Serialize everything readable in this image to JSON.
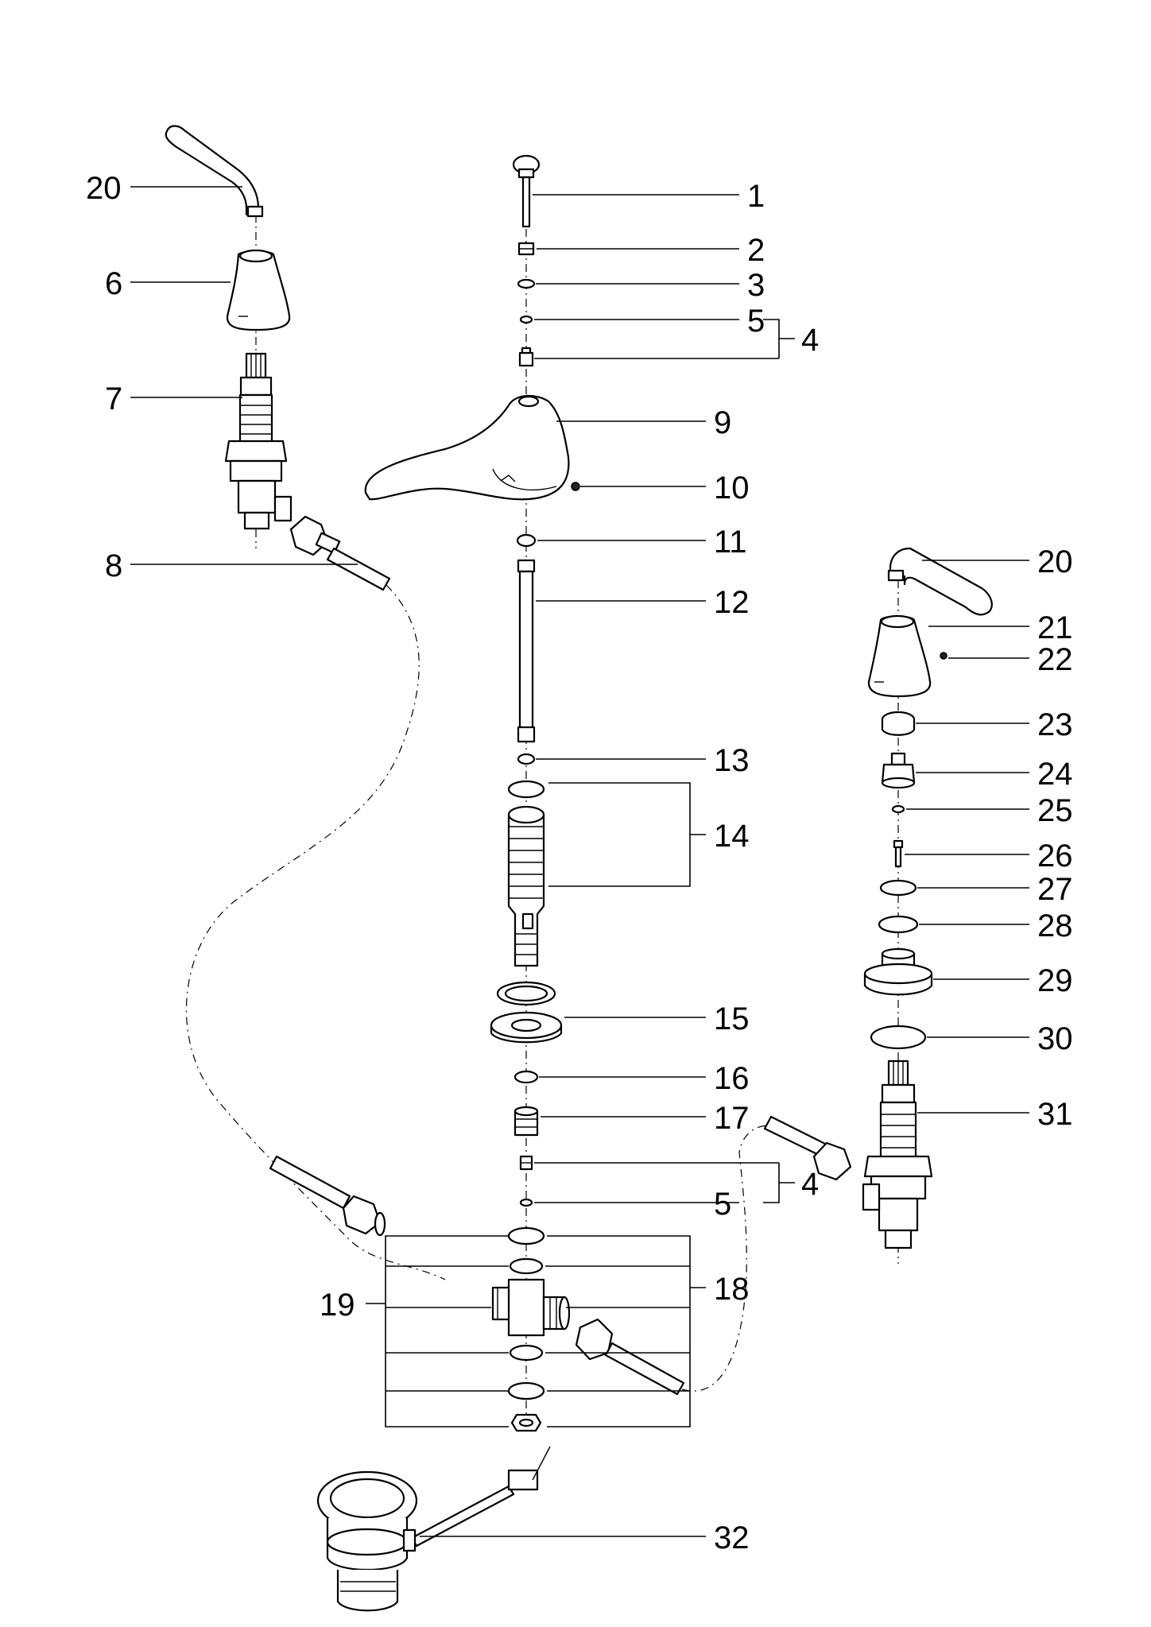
{
  "diagram": {
    "type": "exploded-parts-drawing",
    "callouts": [
      {
        "id": "c1",
        "number": "1"
      },
      {
        "id": "c2",
        "number": "2"
      },
      {
        "id": "c3",
        "number": "3"
      },
      {
        "id": "c5a",
        "number": "5"
      },
      {
        "id": "c4a",
        "number": "4"
      },
      {
        "id": "c9",
        "number": "9"
      },
      {
        "id": "c10",
        "number": "10"
      },
      {
        "id": "c11",
        "number": "11"
      },
      {
        "id": "c12",
        "number": "12"
      },
      {
        "id": "c13",
        "number": "13"
      },
      {
        "id": "c14",
        "number": "14"
      },
      {
        "id": "c15",
        "number": "15"
      },
      {
        "id": "c16",
        "number": "16"
      },
      {
        "id": "c17",
        "number": "17"
      },
      {
        "id": "c4b",
        "number": "4"
      },
      {
        "id": "c5b",
        "number": "5"
      },
      {
        "id": "c18",
        "number": "18"
      },
      {
        "id": "c19",
        "number": "19"
      },
      {
        "id": "c32",
        "number": "32"
      },
      {
        "id": "c20a",
        "number": "20"
      },
      {
        "id": "c6",
        "number": "6"
      },
      {
        "id": "c7",
        "number": "7"
      },
      {
        "id": "c8",
        "number": "8"
      },
      {
        "id": "c20b",
        "number": "20"
      },
      {
        "id": "c21",
        "number": "21"
      },
      {
        "id": "c22",
        "number": "22"
      },
      {
        "id": "c23",
        "number": "23"
      },
      {
        "id": "c24",
        "number": "24"
      },
      {
        "id": "c25",
        "number": "25"
      },
      {
        "id": "c26",
        "number": "26"
      },
      {
        "id": "c27",
        "number": "27"
      },
      {
        "id": "c28",
        "number": "28"
      },
      {
        "id": "c29",
        "number": "29"
      },
      {
        "id": "c30",
        "number": "30"
      },
      {
        "id": "c31",
        "number": "31"
      }
    ]
  }
}
